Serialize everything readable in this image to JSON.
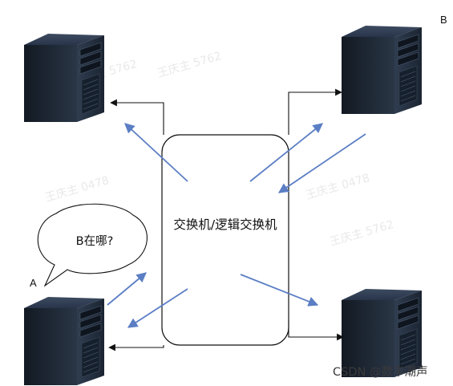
{
  "switch": {
    "label": "交换机/逻辑交换机"
  },
  "bubble": {
    "text": "B在哪?"
  },
  "host_labels": {
    "a": "A",
    "b": "B"
  },
  "watermarks": [
    "王庆主 5762",
    "王庆主 0478",
    "王庆主 5762",
    "王庆主 0478",
    "王庆主 5762"
  ],
  "credit": "CSDN @数丰潮声",
  "colors": {
    "signal_arrow": "#5b7ec4",
    "link_line": "#111111",
    "server_body": "#233040",
    "server_panel": "#1a2330"
  },
  "icons": {
    "server": "server-tower-icon"
  }
}
